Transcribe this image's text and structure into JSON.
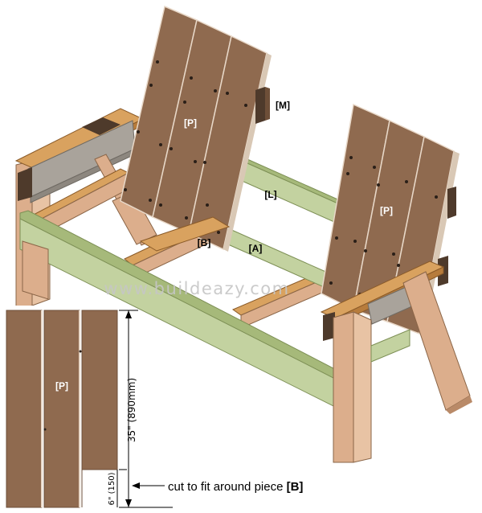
{
  "colors": {
    "board_brown": "#8f6a4f",
    "board_dark": "#6e4f38",
    "frame_green": "#c3d2a0",
    "frame_green_dark": "#7d8f55",
    "leg_tan": "#dcae8c",
    "leg_tan_dark": "#b98a68",
    "arm_orange": "#d9a25f",
    "arm_orange_dark": "#a8743a",
    "back_support_grey": "#a9a39b",
    "block_dark": "#4e3a2b",
    "screw": "#2a1f18",
    "watermark": "#c6c6c6"
  },
  "labels": {
    "M": "[M]",
    "P_left": "[P]",
    "P_right": "[P]",
    "L": "[L]",
    "B": "[B]",
    "A": "[A]",
    "P_detail": "[P]"
  },
  "watermark": "www.buildeazy.com",
  "dimensions": {
    "height": "35\" (890mm)",
    "cut_height": "6\" (150)"
  },
  "annotation": {
    "text": "cut to fit around piece ",
    "piece": "[B]"
  }
}
